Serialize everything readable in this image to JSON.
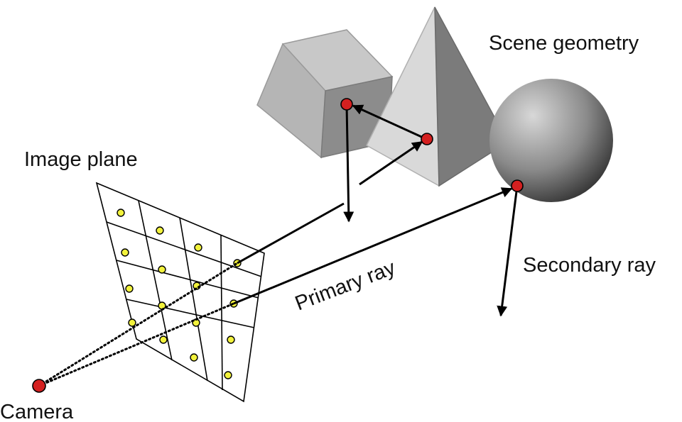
{
  "labels": {
    "scene_geometry": "Scene geometry",
    "image_plane": "Image plane",
    "primary_ray": "Primary ray",
    "secondary_ray": "Secondary ray",
    "camera": "Camera"
  },
  "colors": {
    "hit_point": "#d42020",
    "pixel_dot": "#f2f23c",
    "ray": "#000000",
    "cube_top": "#c9c9c9",
    "cube_left": "#b8b8b8",
    "cube_right": "#8e8e8e",
    "pyramid_left": "#d9d9d9",
    "pyramid_right": "#7c7c7c",
    "sphere_light": "#d0d0d0",
    "sphere_dark": "#2e2e2e"
  },
  "image_plane_grid": {
    "rows": 4,
    "columns": 4
  }
}
